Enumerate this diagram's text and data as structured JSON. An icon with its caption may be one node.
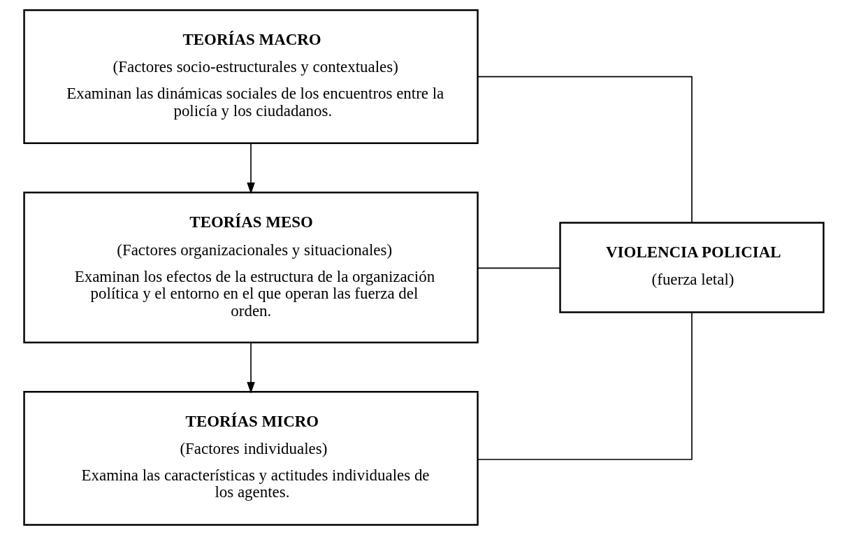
{
  "diagram": {
    "nodes": [
      {
        "text": [
          "TEORÍAS MACRO",
          "(Factores socio-estructurales y contextuales)",
          "Examinan las dinámicas sociales de los encuentros entre la policía y los ciudadanos."
        ]
      },
      {
        "text": [
          "TEORÍAS MESO",
          "(Factores organizacionales y situacionales)",
          "Examinan los efectos de la estructura de la organización política y el entorno en el que operan las fuerza del orden."
        ]
      },
      {
        "text": [
          "TEORÍAS MICRO",
          "(Factores individuales)",
          "Examina las características y actitudes individuales de los agentes."
        ]
      },
      {
        "text": [
          "VIOLENCIA POLICIAL",
          "(fuerza letal)"
        ]
      }
    ],
    "edges": [
      {
        "from": 0,
        "to": 1,
        "arrow": "to"
      },
      {
        "from": 1,
        "to": 2,
        "arrow": "to"
      },
      {
        "from": 0,
        "to": 3,
        "arrow": "none"
      },
      {
        "from": 1,
        "to": 3,
        "arrow": "none"
      },
      {
        "from": 2,
        "to": 3,
        "arrow": "none"
      }
    ]
  }
}
